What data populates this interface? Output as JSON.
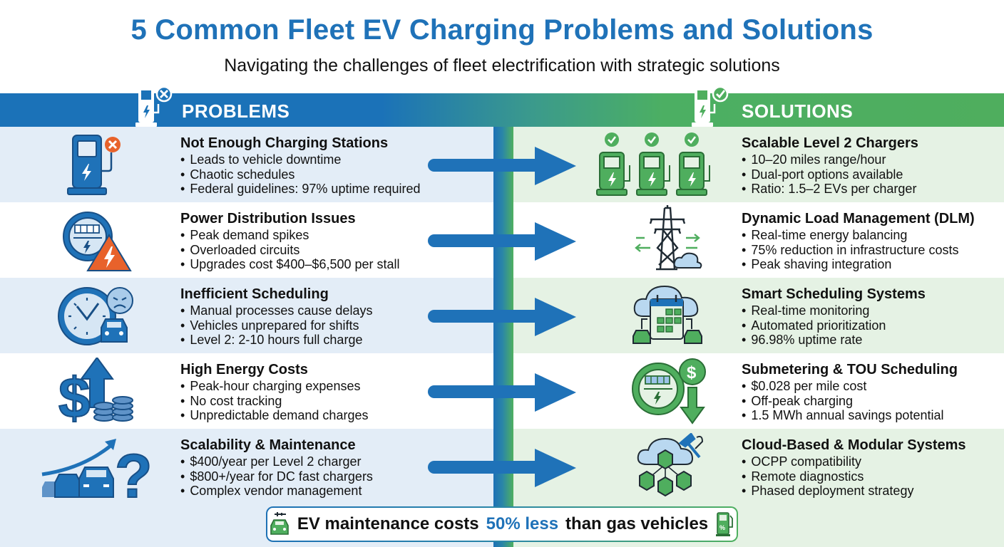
{
  "header": {
    "title": "5 Common Fleet EV Charging Problems and Solutions",
    "subtitle": "Navigating the challenges of fleet electrification with strategic solutions"
  },
  "columns": {
    "problems_label": "PROBLEMS",
    "solutions_label": "SOLUTIONS",
    "problems_icon": "charger-x-icon",
    "solutions_icon": "charger-check-icon"
  },
  "colors": {
    "primary_blue": "#1f72b8",
    "primary_green": "#4fae5e",
    "problem_bg": "#e3edf7",
    "solution_bg": "#e5f2e4",
    "alert_orange": "#e8622b"
  },
  "rows": [
    {
      "problem": {
        "icon": "charging-station-error-icon",
        "title": "Not Enough Charging Stations",
        "bullets": [
          "Leads to vehicle downtime",
          "Chaotic schedules",
          "Federal guidelines: 97% uptime required"
        ]
      },
      "solution": {
        "icon": "multiple-chargers-check-icon",
        "title": "Scalable Level 2 Chargers",
        "bullets": [
          "10–20 miles range/hour",
          "Dual-port options available",
          "Ratio: 1.5–2 EVs per charger"
        ]
      }
    },
    {
      "problem": {
        "icon": "meter-warning-icon",
        "title": "Power Distribution Issues",
        "bullets": [
          "Peak demand spikes",
          "Overloaded circuits",
          "Upgrades cost $400–$6,500 per stall"
        ]
      },
      "solution": {
        "icon": "power-tower-cloud-icon",
        "title": "Dynamic Load Management (DLM)",
        "bullets": [
          "Real-time energy balancing",
          "75% reduction in infrastructure costs",
          "Peak shaving integration"
        ]
      }
    },
    {
      "problem": {
        "icon": "clock-frustrated-car-icon",
        "title": "Inefficient Scheduling",
        "bullets": [
          "Manual processes cause delays",
          "Vehicles unprepared for shifts",
          "Level 2: 2-10 hours full charge"
        ]
      },
      "solution": {
        "icon": "cloud-calendar-icon",
        "title": "Smart Scheduling Systems",
        "bullets": [
          "Real-time monitoring",
          "Automated prioritization",
          "96.98% uptime rate"
        ]
      }
    },
    {
      "problem": {
        "icon": "dollar-arrow-coins-icon",
        "title": "High Energy Costs",
        "bullets": [
          "Peak-hour charging expenses",
          "No cost tracking",
          "Unpredictable demand charges"
        ]
      },
      "solution": {
        "icon": "meter-dollar-down-icon",
        "title": "Submetering & TOU Scheduling",
        "bullets": [
          "$0.028 per mile cost",
          "Off-peak charging",
          "1.5 MWh annual savings potential"
        ]
      }
    },
    {
      "problem": {
        "icon": "cars-growth-question-icon",
        "title": "Scalability & Maintenance",
        "bullets": [
          "$400/year per Level 2 charger",
          "$800+/year for DC fast chargers",
          "Complex vendor management"
        ]
      },
      "solution": {
        "icon": "cloud-modules-tools-icon",
        "title": "Cloud-Based & Modular Systems",
        "bullets": [
          "OCPP compatibility",
          "Remote diagnostics",
          "Phased deployment strategy"
        ]
      }
    }
  ],
  "footer": {
    "prefix": "EV maintenance costs",
    "highlight": "50% less",
    "suffix": "than gas vehicles",
    "left_icon": "electric-car-plug-icon",
    "right_icon": "fuel-pump-icon"
  }
}
